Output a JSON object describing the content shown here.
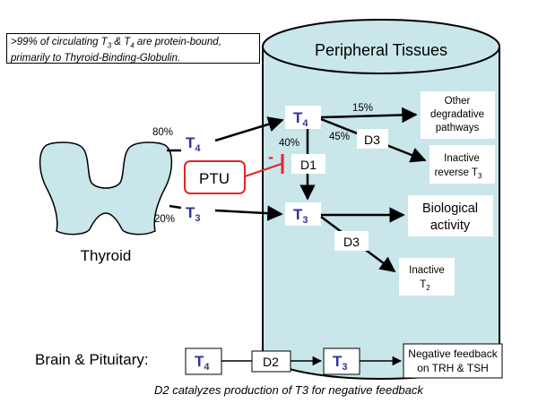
{
  "note": {
    "line1_pre": ">99% of circulating T",
    "t3_sub": "3",
    "line1_mid": " & T",
    "t4_sub": "4",
    "line1_post": " are protein-bound,",
    "line2": "primarily to Thyroid-Binding-Globulin."
  },
  "cylinder_title": "Peripheral Tissues",
  "thyroid_label": "Thyroid",
  "thyroid_t4": {
    "base": "T",
    "sub": "4",
    "percent": "80%"
  },
  "thyroid_t3": {
    "base": "T",
    "sub": "3",
    "percent": "20%"
  },
  "ptu": {
    "label": "PTU",
    "inhibit_sign": "-"
  },
  "tissue_t4": {
    "base": "T",
    "sub": "4"
  },
  "tissue_t3": {
    "base": "T",
    "sub": "3"
  },
  "d1": "D1",
  "d3_upper": "D3",
  "d3_lower": "D3",
  "pct_15": "15%",
  "pct_45": "45%",
  "pct_40": "40%",
  "other_pathways": [
    "Other",
    "degradative",
    "pathways"
  ],
  "inactive_reverse": {
    "line1": "Inactive",
    "line2_pre": "reverse  T",
    "line2_sub": "3"
  },
  "biological_activity": [
    "Biological",
    "activity"
  ],
  "inactive_t2": {
    "line1": "Inactive",
    "line2": "T",
    "sub": "2"
  },
  "brain": {
    "label": "Brain & Pituitary:",
    "t4": {
      "base": "T",
      "sub": "4"
    },
    "d2": "D2",
    "t3": {
      "base": "T",
      "sub": "3"
    },
    "feedback": [
      "Negative feedback",
      "on TRH & TSH"
    ]
  },
  "footer": "D2 catalyzes production of T3 for negative feedback",
  "colors": {
    "cylinder_fill": "#c9e6ea",
    "hormone_text": "#2e3494",
    "ptu_red": "#e0262b",
    "thyroid_fill": "#c9e6ea"
  }
}
